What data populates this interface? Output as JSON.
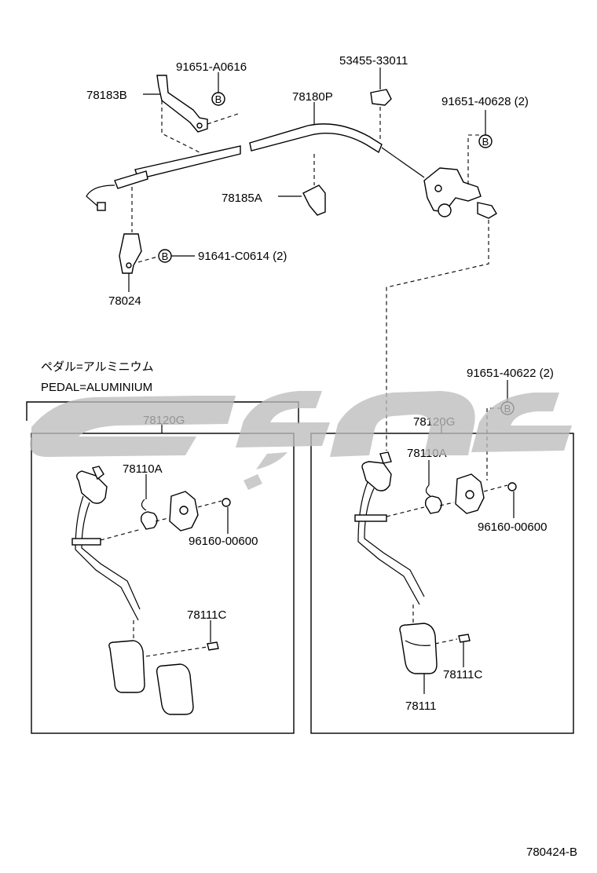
{
  "labels": {
    "p91651_A0616": "91651-A0616",
    "p53455_33011": "53455-33011",
    "p78183B": "78183B",
    "p78180P": "78180P",
    "p91651_40628": "91651-40628 (2)",
    "p78185A": "78185A",
    "p91641_C0614": "91641-C0614 (2)",
    "p78024": "78024",
    "p91651_40622": "91651-40622 (2)",
    "left_78120G": "78120G",
    "left_78110A": "78110A",
    "left_96160_00600": "96160-00600",
    "left_78111C": "78111C",
    "right_78120G": "78120G",
    "right_78110A": "78110A",
    "right_96160_00600": "96160-00600",
    "right_78111C": "78111C",
    "right_78111": "78111"
  },
  "notes": {
    "japanese": "ペダル=アルミニウム",
    "english": "PEDAL=ALUMINIUM"
  },
  "bolt_marker": "B",
  "diagram_id": "780424-B"
}
